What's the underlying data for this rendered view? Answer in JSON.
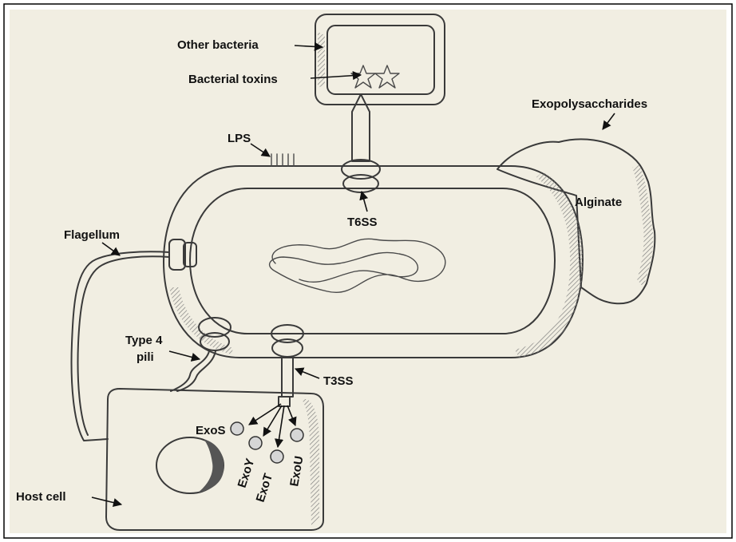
{
  "colors": {
    "paper": "#f1eee2",
    "ink": "#3a3a3a",
    "hatch": "#7a7a7a",
    "label": "#111111",
    "effector_fill": "#d6d6d6",
    "frame": "#000000"
  },
  "labels": {
    "other_bacteria": "Other bacteria",
    "bacterial_toxins": "Bacterial toxins",
    "exopolysaccharides": "Exopolysaccharides",
    "lps": "LPS",
    "alginate": "Alginate",
    "flagellum": "Flagellum",
    "t6ss": "T6SS",
    "type4_pili_line1": "Type 4",
    "type4_pili_line2": "pili",
    "t3ss": "T3SS",
    "exos": "ExoS",
    "exoy": "ExoY",
    "exot": "ExoT",
    "exou": "ExoU",
    "host_cell": "Host cell"
  }
}
